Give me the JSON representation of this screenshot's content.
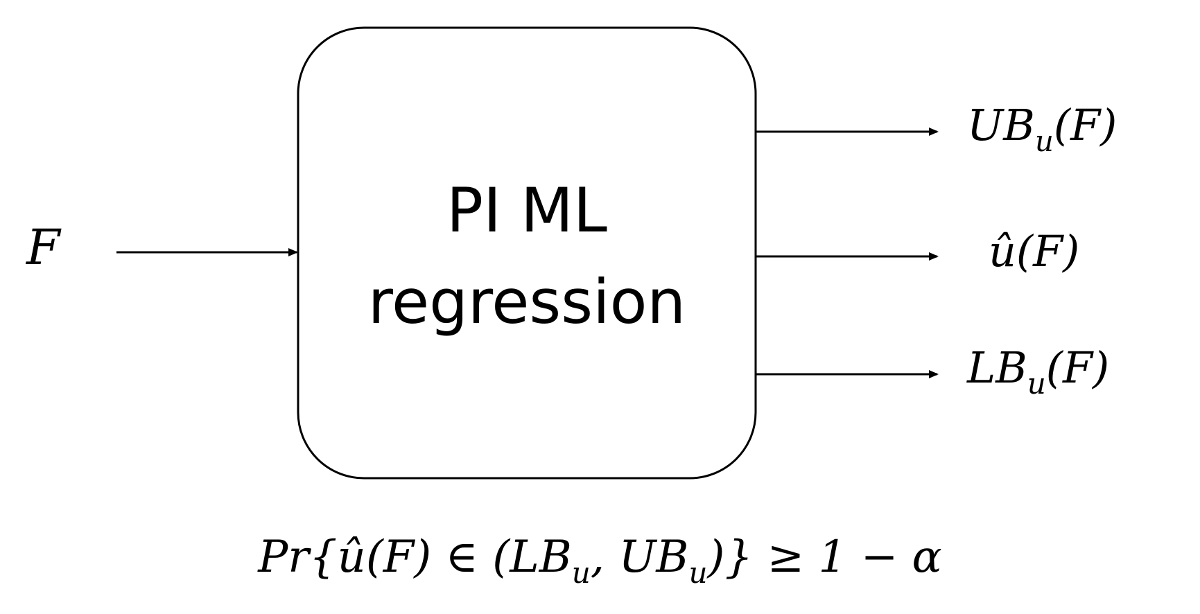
{
  "block": {
    "line1": "PI ML",
    "line2": "regression"
  },
  "input": {
    "label": "F"
  },
  "outputs": {
    "upper": {
      "base": "UB",
      "sub": "u",
      "tail": "(F)"
    },
    "estimate": {
      "label": "û(F)"
    },
    "lower": {
      "base": "LB",
      "sub": "u",
      "tail": "(F)"
    }
  },
  "formula": {
    "part1": "Pr{û(F) ∈ (LB",
    "sub1": "u",
    "part2": ", UB",
    "sub2": "u",
    "part3": ")} ≥ 1 − α"
  }
}
